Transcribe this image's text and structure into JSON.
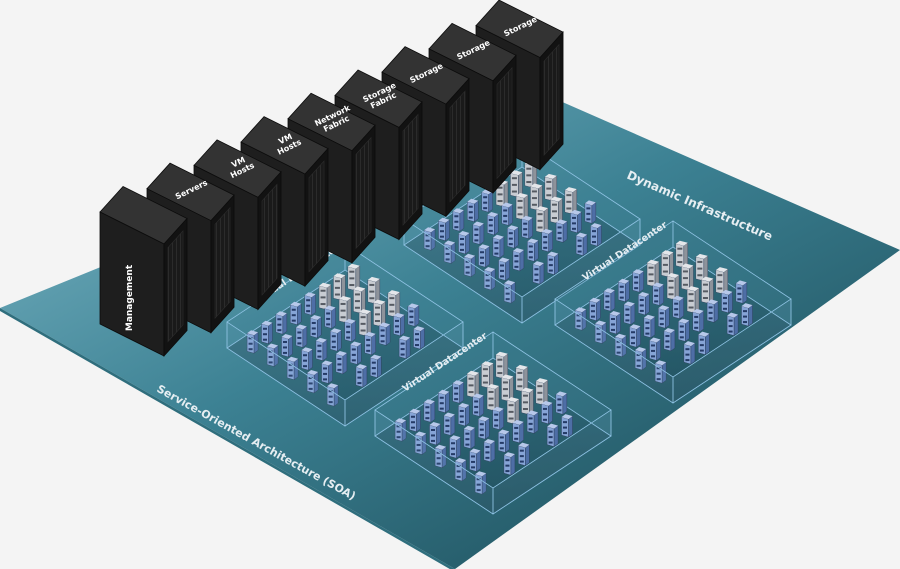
{
  "infrastructure": {
    "label_dynamic": "Dynamic Infrastructure",
    "label_soa": "Service-Oriented Architecture (SOA)"
  },
  "racks": [
    {
      "label": "Management",
      "side": true
    },
    {
      "label": "Servers"
    },
    {
      "label": "VM\nHosts"
    },
    {
      "label": "VM\nHosts"
    },
    {
      "label": "Network\nFabric"
    },
    {
      "label": "Storage\nFabric"
    },
    {
      "label": "Storage"
    },
    {
      "label": "Storage"
    },
    {
      "label": "Storage"
    }
  ],
  "datacenters": [
    {
      "label": "Virtual Datacenter"
    },
    {
      "label": "Virtual Datacenter"
    },
    {
      "label": "Virtual Datacenter"
    },
    {
      "label": "Virtual Datacenter"
    }
  ],
  "colors": {
    "platform_light": "#6aa8b8",
    "platform_dark": "#1d4e5c",
    "rack_top": "#3a3a3a",
    "rack_front": "#1c1c1c",
    "rack_side": "#111111",
    "server_blue": "#7f9ed0",
    "server_grey": "#c6c9cf",
    "label_text": "#e6eef2"
  }
}
